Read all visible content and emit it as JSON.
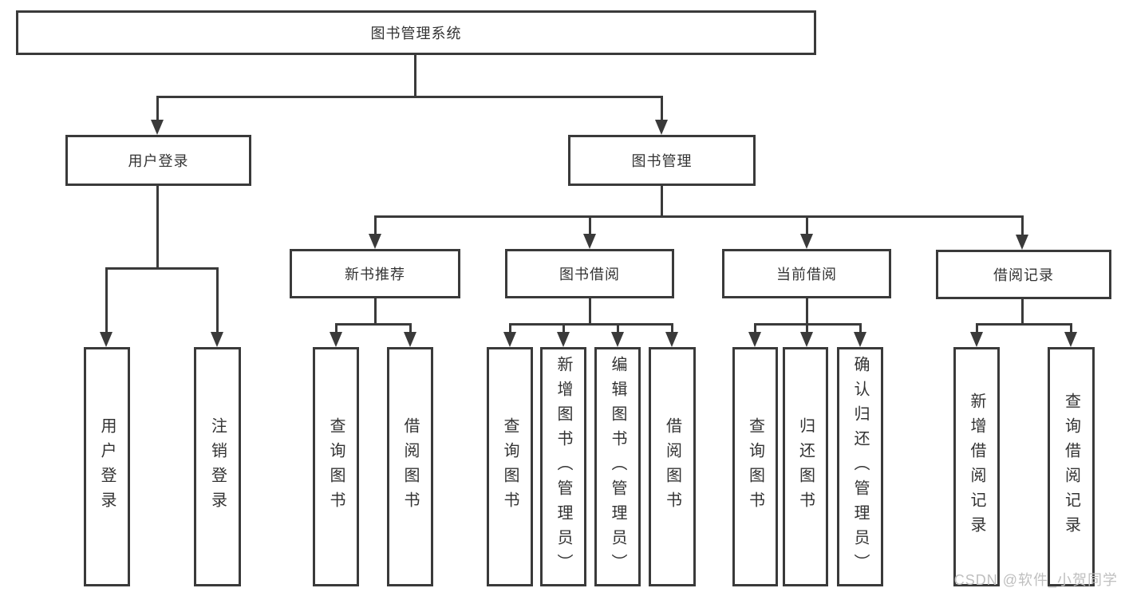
{
  "tree": {
    "root": {
      "label": "图书管理系统"
    },
    "branches": [
      {
        "label": "用户登录",
        "children": [
          {
            "label": "用户登录"
          },
          {
            "label": "注销登录"
          }
        ]
      },
      {
        "label": "图书管理",
        "children": [
          {
            "label": "新书推荐",
            "children": [
              {
                "label": "查询图书"
              },
              {
                "label": "借阅图书"
              }
            ]
          },
          {
            "label": "图书借阅",
            "children": [
              {
                "label": "查询图书"
              },
              {
                "label": "新增图书（管理员）"
              },
              {
                "label": "编辑图书（管理员）"
              },
              {
                "label": "借阅图书"
              }
            ]
          },
          {
            "label": "当前借阅",
            "children": [
              {
                "label": "查询图书"
              },
              {
                "label": "归还图书"
              },
              {
                "label": "确认归还（管理员）"
              }
            ]
          },
          {
            "label": "借阅记录",
            "children": [
              {
                "label": "新增借阅记录"
              },
              {
                "label": "查询借阅记录"
              }
            ]
          }
        ]
      }
    ]
  },
  "watermark": {
    "text": "CSDN @软件_小贺同学"
  },
  "colors": {
    "line": "#3a3a3a",
    "text": "#333333",
    "box_background": "#ffffff",
    "watermark": "#bfbfbf",
    "page_background": "#ffffff"
  }
}
